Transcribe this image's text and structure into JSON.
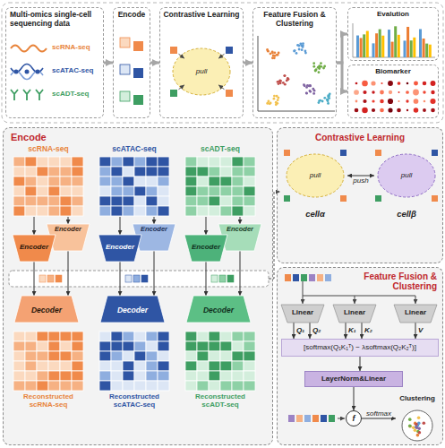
{
  "diagram": {
    "nodes": [
      {
        "text": [
          "Multi-omics single-cell sequencing data"
        ]
      },
      {
        "text": [
          "Encode"
        ]
      },
      {
        "text": [
          "Contrastive Learning",
          "pull"
        ]
      },
      {
        "text": [
          "Feature Fusion & Clustering"
        ]
      },
      {
        "text": [
          "Evalution"
        ]
      },
      {
        "text": [
          "Biomarker"
        ]
      },
      {
        "text": [
          "Encode"
        ]
      },
      {
        "text": [
          "scRNA-seq"
        ],
        "in": 6
      },
      {
        "text": [
          "scATAC-seq"
        ],
        "in": 6
      },
      {
        "text": [
          "scADT-seq"
        ],
        "in": 6
      },
      {
        "text": [
          "Encoder"
        ],
        "in": 6
      },
      {
        "text": [
          "Encoder"
        ],
        "in": 6
      },
      {
        "text": [
          "Encoder"
        ],
        "in": 6
      },
      {
        "text": [
          "Encoder"
        ],
        "in": 6
      },
      {
        "text": [
          "Encoder"
        ],
        "in": 6
      },
      {
        "text": [
          "Encoder"
        ],
        "in": 6
      },
      {
        "text": [
          "Decoder"
        ],
        "in": 6
      },
      {
        "text": [
          "Decoder"
        ],
        "in": 6
      },
      {
        "text": [
          "Decoder"
        ],
        "in": 6
      },
      {
        "text": [
          "Reconstructed scRNA-seq"
        ],
        "in": 6
      },
      {
        "text": [
          "Reconstructed scATAC-seq"
        ],
        "in": 6
      },
      {
        "text": [
          "Reconstructed scADT-seq"
        ],
        "in": 6
      },
      {
        "text": [
          "Contrastive Learning"
        ]
      },
      {
        "text": [
          "pull",
          "cellα"
        ],
        "in": 22
      },
      {
        "text": [
          "pull",
          "cellβ"
        ],
        "in": 22
      },
      {
        "text": [
          "Feature Fusion & Clustering"
        ]
      },
      {
        "text": [
          "Linear"
        ],
        "in": 25
      },
      {
        "text": [
          "Linear"
        ],
        "in": 25
      },
      {
        "text": [
          "Linear"
        ],
        "in": 25
      },
      {
        "text": [
          "[softmax(Q₁K₁ᵀ) − λsoftmax(Q₂K₂ᵀ)]"
        ],
        "in": 25
      },
      {
        "text": [
          "LayerNorm&Linear"
        ],
        "in": 25
      },
      {
        "text": [
          "f"
        ],
        "in": 25
      },
      {
        "text": [
          "Clustering"
        ],
        "in": 25
      }
    ],
    "edges": [
      {
        "from": 0,
        "to": 1,
        "arrow": "to"
      },
      {
        "from": 1,
        "to": 2,
        "arrow": "to"
      },
      {
        "from": 2,
        "to": 3,
        "arrow": "to"
      },
      {
        "from": 3,
        "to": 4,
        "arrow": "to"
      },
      {
        "from": 3,
        "to": 5,
        "arrow": "to"
      },
      {
        "from": 7,
        "to": 11,
        "arrow": "to"
      },
      {
        "from": 7,
        "to": 10,
        "arrow": "to"
      },
      {
        "from": 8,
        "to": 13,
        "arrow": "to"
      },
      {
        "from": 8,
        "to": 12,
        "arrow": "to"
      },
      {
        "from": 9,
        "to": 15,
        "arrow": "to"
      },
      {
        "from": 9,
        "to": 14,
        "arrow": "to"
      },
      {
        "from": 11,
        "to": 16,
        "arrow": "to"
      },
      {
        "from": 10,
        "to": 16,
        "arrow": "to"
      },
      {
        "from": 13,
        "to": 17,
        "arrow": "to"
      },
      {
        "from": 12,
        "to": 17,
        "arrow": "to"
      },
      {
        "from": 15,
        "to": 18,
        "arrow": "to"
      },
      {
        "from": 14,
        "to": 18,
        "arrow": "to"
      },
      {
        "from": 23,
        "to": 24,
        "label": "push",
        "arrow": "both"
      },
      {
        "from": 26,
        "to": 29,
        "label": "Q₁",
        "arrow": "to"
      },
      {
        "from": 26,
        "to": 29,
        "label": "Q₂",
        "arrow": "to"
      },
      {
        "from": 27,
        "to": 29,
        "label": "K₁",
        "arrow": "to"
      },
      {
        "from": 27,
        "to": 29,
        "label": "K₂",
        "arrow": "to"
      },
      {
        "from": 28,
        "to": 29,
        "label": "V",
        "arrow": "to"
      },
      {
        "from": 29,
        "to": 30,
        "arrow": "to"
      },
      {
        "from": 30,
        "to": 31,
        "arrow": "to"
      },
      {
        "from": 31,
        "to": 32,
        "label": "softmax",
        "arrow": "to"
      }
    ],
    "labels": [
      "scRNA-seq",
      "scATAC-seq",
      "scADT-seq"
    ]
  }
}
